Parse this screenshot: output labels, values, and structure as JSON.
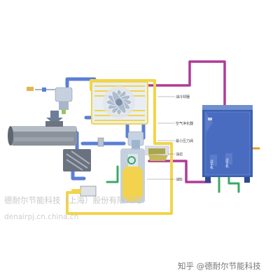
{
  "labels": {
    "oil_cooler": "油冷却器",
    "air_purifier": "空气净化器",
    "min_pressure_valve": "最小压力阀",
    "oil_filter": "油滤",
    "oil_tank": "油缸",
    "dryer_label_top": "冷干机",
    "dryer_label_bottom": "冷干机"
  },
  "watermarks": {
    "company_cn": "德耐尔节能科技（上海）股份有限公司",
    "website": "denairpj.cn.china.cn",
    "zhihu": "知乎 @德耐尔节能科技"
  },
  "colors": {
    "pipe_blue": "#5b7fd6",
    "pipe_purple": "#b03a95",
    "pipe_yellow": "#f0d54a",
    "pipe_green": "#3aa866",
    "cabinet": "#3d5fb0"
  }
}
